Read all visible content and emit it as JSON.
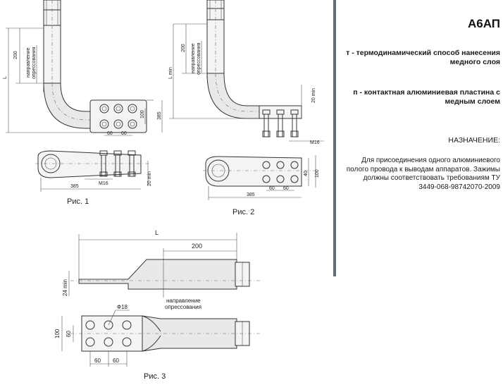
{
  "panel": {
    "title": "А6АП",
    "t_note": "т - термодинамический способ нанесения медного слоя",
    "p_note": "п - контактная алюминиевая пластина с медным слоем",
    "purpose_heading": "НАЗНАЧЕНИЕ:",
    "description": "Для присоединения одного алюминиевого полого провода к выводам аппаратов. Зажимы должны соответствовать требованиям ТУ 3449-068-98742070-2009"
  },
  "figures": {
    "fig1": {
      "caption": "Рис. 1",
      "dim_200": "200",
      "dim_L": "L",
      "dim_385_side": "385",
      "dim_100": "100",
      "dim_60a": "60",
      "dim_60b": "60",
      "direction_label_1": "направление",
      "direction_label_2": "опрессования",
      "bolt_label": "M16",
      "dim_20min": "20 min",
      "dim_385_bottom": "385"
    },
    "fig2": {
      "caption": "Рис. 2",
      "dim_200": "200",
      "dim_Lmin": "L min",
      "dim_20min_side": "20 min",
      "bolt_label": "M16",
      "dim_40": "40",
      "dim_100": "100",
      "dim_60a": "60",
      "dim_60b": "60",
      "dim_385": "385",
      "direction_label_1": "направление",
      "direction_label_2": "опрессования"
    },
    "fig3": {
      "caption": "Рис. 3",
      "dim_L": "L",
      "dim_200": "200",
      "dim_24min": "24 min",
      "direction_label_1": "направление",
      "direction_label_2": "опрессования",
      "hole_label": "Ф18",
      "dim_100": "100",
      "dim_60_v": "60",
      "dim_60a": "60",
      "dim_60b": "60"
    }
  }
}
